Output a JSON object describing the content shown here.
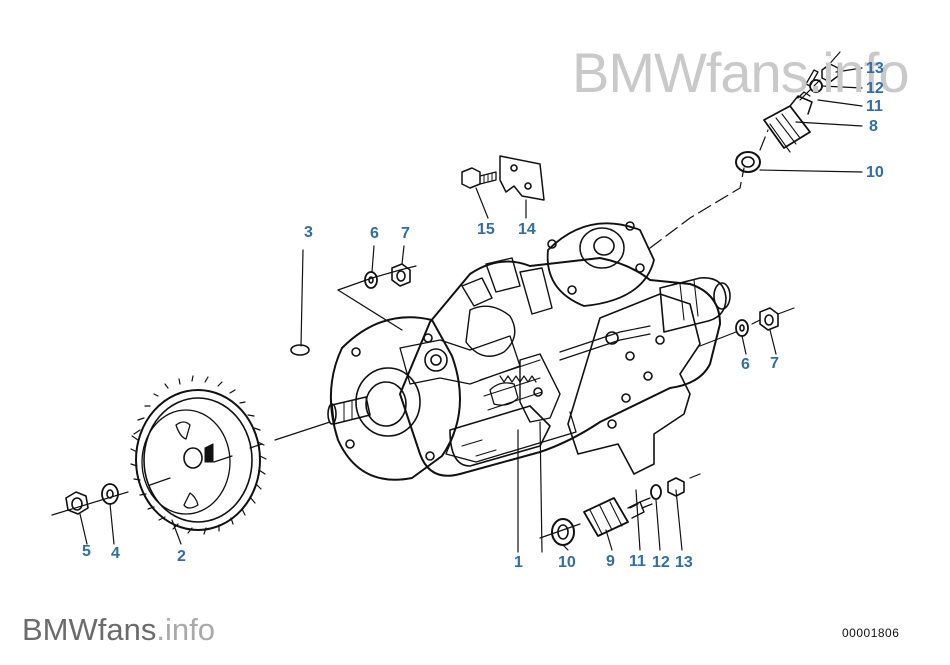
{
  "watermark": {
    "brand": "BMWfans",
    "suffix": ".info"
  },
  "diagram_code": "00001806",
  "callouts": {
    "c1": "1",
    "c2": "2",
    "c3": "3",
    "c4": "4",
    "c5": "5",
    "c6a": "6",
    "c7a": "7",
    "c6b": "6",
    "c7b": "7",
    "c8": "8",
    "c9": "9",
    "c10a": "10",
    "c10b": "10",
    "c11a": "11",
    "c11b": "11",
    "c12a": "12",
    "c12b": "12",
    "c13a": "13",
    "c13b": "13",
    "c14": "14",
    "c15": "15"
  },
  "colors": {
    "callout": "#2f6ea8",
    "line": "#111111",
    "watermark": "#c9c9c9"
  }
}
